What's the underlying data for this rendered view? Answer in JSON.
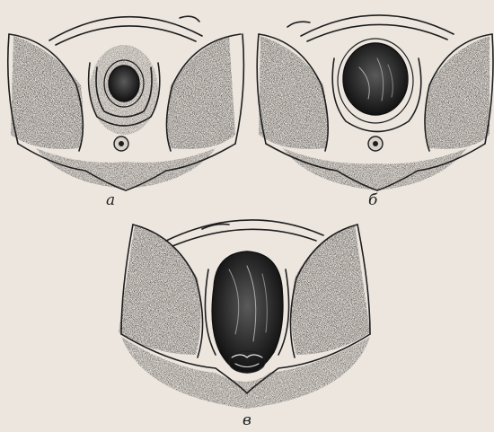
{
  "figure": {
    "panels": [
      {
        "id": "a",
        "label": "а"
      },
      {
        "id": "b",
        "label": "б"
      },
      {
        "id": "v",
        "label": "в"
      }
    ],
    "colors": {
      "background": "#ece6df",
      "ink": "#1e1e1e",
      "stipple": "#3a3a3a",
      "dark_fill": "#2a2a2a"
    }
  }
}
